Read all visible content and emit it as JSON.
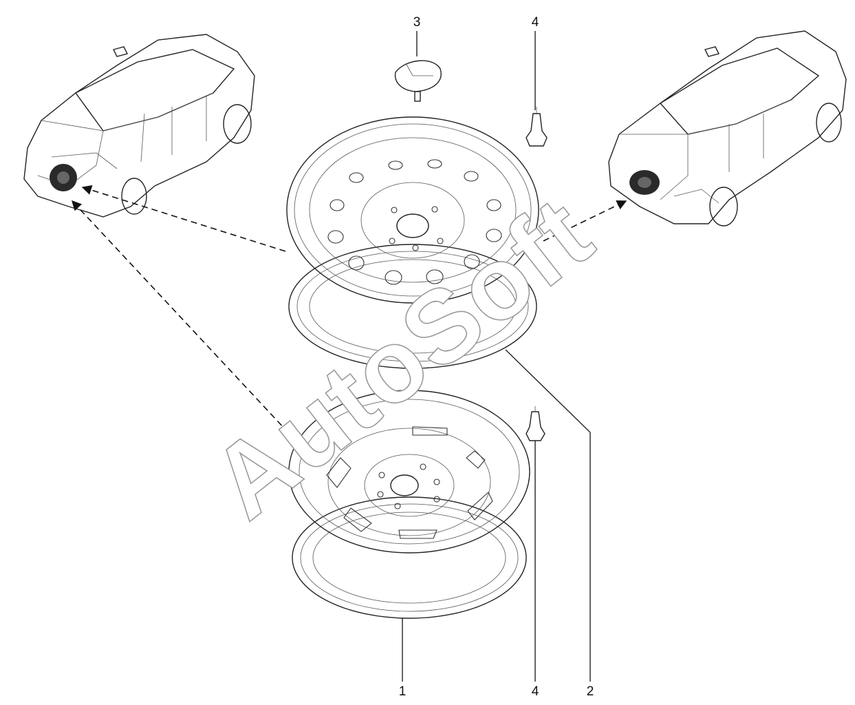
{
  "callouts": {
    "wheel_steel_lower": "1",
    "wheel_steel_upper": "2",
    "hub_cap": "3",
    "valve_upper": "4",
    "valve_lower": "4"
  },
  "watermark": "AutoSoft",
  "colors": {
    "line": "#222222",
    "watermark_outline": "#9a9a9a",
    "background": "#ffffff"
  }
}
